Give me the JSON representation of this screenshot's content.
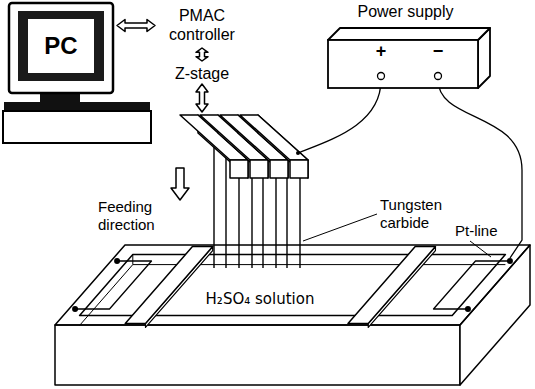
{
  "diagram": {
    "nodes": [
      {
        "text": [
          "PC"
        ]
      },
      {
        "text": [
          "PMAC controller"
        ]
      },
      {
        "text": [
          "Z-stage"
        ]
      },
      {
        "text": [
          "Power supply",
          "+",
          "−"
        ]
      },
      {
        "text": [
          "H₂SO₄ solution"
        ]
      }
    ],
    "edges": [
      {
        "from": 0,
        "to": 1,
        "arrow": "both"
      },
      {
        "from": 1,
        "to": 2,
        "arrow": "both"
      }
    ],
    "labels": [
      "Feeding direction",
      "Tungsten carbide",
      "Pt-line"
    ]
  }
}
